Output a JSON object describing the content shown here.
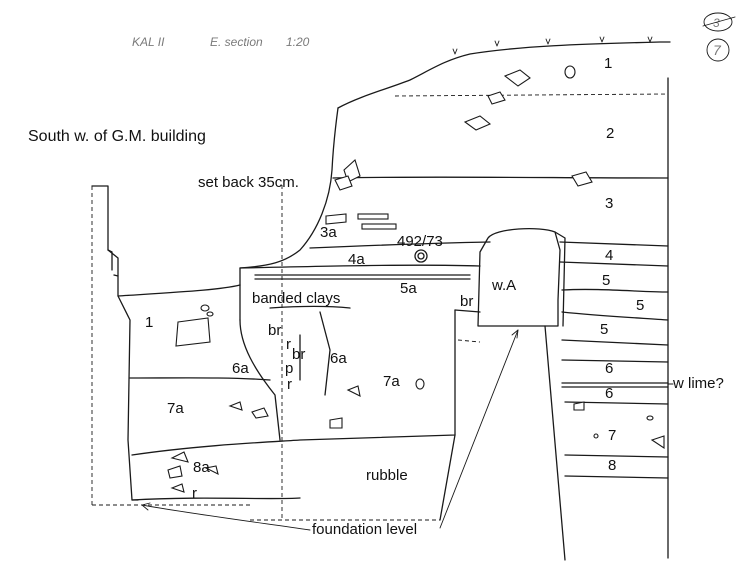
{
  "header": {
    "site_code": "KAL II",
    "section": "E. section",
    "scale": "1:20",
    "sheet_old": "3",
    "sheet_number": "7"
  },
  "title": "South w. of G.M. building",
  "notes": {
    "setback": "set back 35cm.",
    "find_number": "492/73",
    "wall": "w.A",
    "lime": "w lime?",
    "foundation": "foundation level",
    "clays": "banded clays",
    "rubble": "rubble"
  },
  "layers": {
    "l1_top": "1",
    "l2": "2",
    "l3": "3",
    "l3a": "3a",
    "l4a": "4a",
    "l4": "4",
    "l5a": "5a",
    "l5_a": "5",
    "l5_b": "5",
    "l5_c": "5",
    "l6_a": "6",
    "l6_b": "6",
    "l6a_a": "6a",
    "l6a_b": "6a",
    "l7": "7",
    "l7a_a": "7a",
    "l7a_b": "7a",
    "l8": "8",
    "l8a": "8a",
    "l1_left": "1"
  },
  "marks": {
    "br_a": "br",
    "br_b": "br",
    "br_c": "br",
    "r_a": "r",
    "r_b": "r",
    "r_c": "r",
    "p": "p"
  }
}
